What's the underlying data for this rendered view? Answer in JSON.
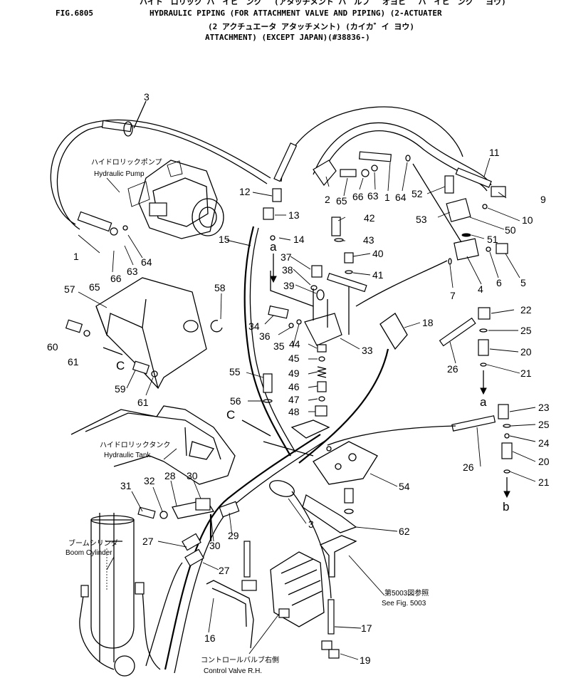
{
  "header": {
    "jp_title": "ハイト゛ロリック ハ゛イヒ゜ンク゛  (アタッチメント ハ゛ルフ゛ オヨヒ゛ ハ゛イヒ゜ンク゛ ヨウ)",
    "fig_no": "FIG.6805",
    "title_line1": "HYDRAULIC PIPING (FOR ATTACHMENT VALVE AND PIPING) (2-ACTUATER",
    "title_line2": "(2 アクチュエータ アタッチメント) (カイカ゛イ ヨウ)",
    "title_line3": "ATTACHMENT) (EXCEPT JAPAN)(#38836-)"
  },
  "annotations": {
    "hydraulic_pump_jp": "ハイドロリックポンプ",
    "hydraulic_pump": "Hydraulic Pump",
    "hydraulic_tank_jp": "ハイドロリックタンク",
    "hydraulic_tank": "Hydraulic Tank",
    "boom_cylinder_jp": "ブームシリンダ",
    "boom_cylinder": "Boom Cylinder",
    "control_valve_jp": "コントロールバルブ右側",
    "control_valve": "Control Valve R.H.",
    "see_fig_jp": "第5003図参照",
    "see_fig": "See Fig. 5003"
  },
  "letters": [
    "a",
    "a",
    "b",
    "C",
    "C"
  ],
  "callouts": [
    "3",
    "11",
    "12",
    "13",
    "2",
    "65",
    "66",
    "63",
    "1",
    "64",
    "52",
    "9",
    "10",
    "53",
    "50",
    "51",
    "42",
    "43",
    "40",
    "41",
    "37",
    "38",
    "39",
    "14",
    "15",
    "1",
    "65",
    "66",
    "63",
    "64",
    "7",
    "6",
    "5",
    "4",
    "57",
    "58",
    "60",
    "61",
    "34",
    "36",
    "35",
    "44",
    "33",
    "18",
    "22",
    "25",
    "20",
    "21",
    "26",
    "59",
    "61",
    "55",
    "45",
    "49",
    "46",
    "47",
    "48",
    "56",
    "23",
    "25",
    "24",
    "20",
    "21",
    "26",
    "54",
    "31",
    "32",
    "28",
    "30",
    "62",
    "3",
    "27",
    "30",
    "29",
    "27",
    "16",
    "17",
    "19"
  ]
}
